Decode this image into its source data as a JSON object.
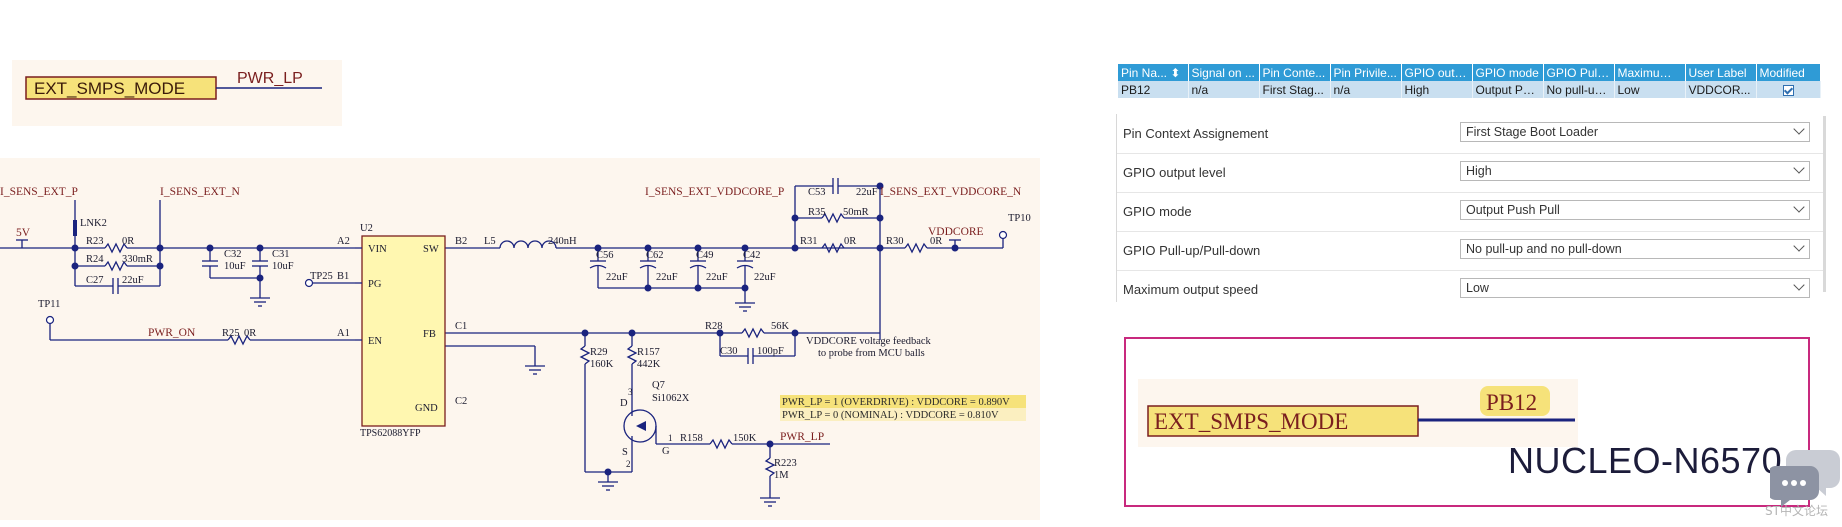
{
  "top_net": {
    "box_label": "EXT_SMPS_MODE",
    "net_label": "PWR_LP"
  },
  "schematic": {
    "nets": {
      "i_sens_p": "I_SENS_EXT_P",
      "i_sens_n": "I_SENS_EXT_N",
      "vddcore_p": "I_SENS_EXT_VDDCORE_P",
      "vddcore_n": "I_SENS_EXT_VDDCORE_N",
      "v5": "5V",
      "vddcore": "VDDCORE",
      "pwr_on": "PWR_ON",
      "pwr_lp": "PWR_LP"
    },
    "testpoints": {
      "tp10": "TP10",
      "tp11": "TP11",
      "tp25": "TP25"
    },
    "components": {
      "lnk2": "LNK2",
      "r23": "R23",
      "r23_val": "0R",
      "r24": "R24",
      "r24_val": "330mR",
      "c27": "C27",
      "c27_val": "22uF",
      "c32": "C32",
      "c32_val": "10uF",
      "c31": "C31",
      "c31_val": "10uF",
      "u2": "U2",
      "u2_part": "TPS62088YFP",
      "pin_vin": "VIN",
      "pin_sw": "SW",
      "pin_pg": "PG",
      "pin_en": "EN",
      "pin_fb": "FB",
      "pin_gnd": "GND",
      "pad_a2": "A2",
      "pad_b1": "B1",
      "pad_a1": "A1",
      "pad_b2": "B2",
      "pad_c1": "C1",
      "pad_c2": "C2",
      "l5": "L5",
      "l5_val": "240nH",
      "c56": "C56",
      "c56_val": "22uF",
      "c62": "C62",
      "c62_val": "22uF",
      "c49": "C49",
      "c49_val": "22uF",
      "c42": "C42",
      "c42_val": "22uF",
      "c53": "C53",
      "c53_val": "22uF",
      "r35": "R35",
      "r35_val": "50mR",
      "r31": "R31",
      "r31_val": "0R",
      "r30": "R30",
      "r30_val": "0R",
      "r25": "R25",
      "r25_val": "0R",
      "r28": "R28",
      "r28_val": "56K",
      "c30": "C30",
      "c30_val": "100pF",
      "r29": "R29",
      "r29_val": "160K",
      "r157": "R157",
      "r157_val": "442K",
      "q7": "Q7",
      "q7_part": "Si1062X",
      "q7_d": "D",
      "q7_s": "S",
      "q7_g": "G",
      "q7_pin3": "3",
      "q7_pin2": "2",
      "q7_pin1": "1",
      "r158": "R158",
      "r158_val": "150K",
      "r223": "R223",
      "r223_val": "1M"
    },
    "notes": {
      "feedback_1": "VDDCORE voltage feedback",
      "feedback_2": "to probe from MCU balls",
      "lp_overdrive": "PWR_LP = 1 (OVERDRIVE) : VDDCORE = 0.890V",
      "lp_nominal": "PWR_LP = 0 (NOMINAL) : VDDCORE = 0.810V"
    }
  },
  "pin_table": {
    "headers": [
      "Pin Na... ⬍",
      "Signal on ...",
      "Pin Conte...",
      "Pin Privile...",
      "GPIO outp...",
      "GPIO mode",
      "GPIO Pull-...",
      "Maximum ...",
      "User Label",
      "Modified"
    ],
    "row": [
      "PB12",
      "n/a",
      "First Stag...",
      "n/a",
      "High",
      "Output Pu...",
      "No pull-up ...",
      "Low",
      "VDDCOR...",
      ""
    ],
    "modified_checked": true
  },
  "config": [
    {
      "label": "Pin Context Assignement",
      "value": "First Stage Boot Loader"
    },
    {
      "label": "GPIO output level",
      "value": "High"
    },
    {
      "label": "GPIO mode",
      "value": "Output Push Pull"
    },
    {
      "label": "GPIO Pull-up/Pull-down",
      "value": "No pull-up and no pull-down"
    },
    {
      "label": "Maximum output speed",
      "value": "Low"
    }
  ],
  "magnified": {
    "box_label": "EXT_SMPS_MODE",
    "pin_label": "PB12"
  },
  "board_name": "NUCLEO-N6570",
  "watermark": "ST中文论坛",
  "colors": {
    "net_red": "#7a1e1e",
    "wire_blue": "#1a237e",
    "ic_fill": "#fff7b0",
    "highlight": "#f6e27a",
    "frame_magenta": "#c8297e",
    "table_header": "#2f9bd6"
  }
}
